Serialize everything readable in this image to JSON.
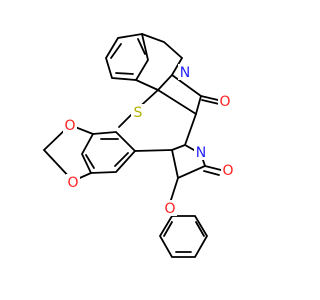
{
  "colors": {
    "background": "#ffffff",
    "bond": "#000000",
    "carbon": "#000000",
    "nitrogen": "#1f1fff",
    "oxygen": "#ff1f1f",
    "sulfur": "#b2b200"
  },
  "atom_labels": {
    "n_upper": "N",
    "n_lower": "N",
    "o_carbonyl_upper": "O",
    "o_carbonyl_lower": "O",
    "o_phenoxy": "O",
    "o_dioxole_top": "O",
    "o_dioxole_bottom": "O",
    "s_thioether": "S"
  }
}
